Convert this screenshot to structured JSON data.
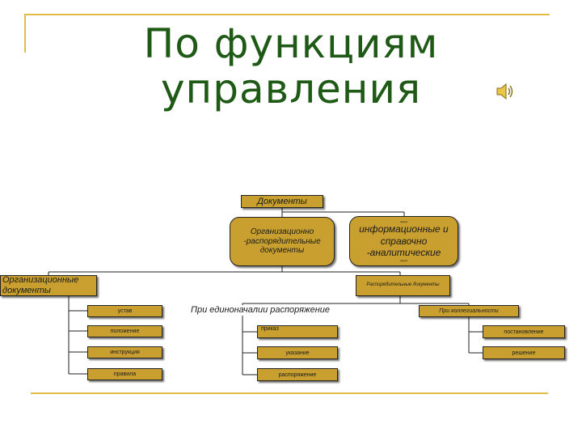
{
  "title": {
    "line1": "По функциям",
    "line2": "управления"
  },
  "icons": {
    "speaker": "speaker-icon"
  },
  "colors": {
    "title": "#1e5a16",
    "box_fill": "#c9a030",
    "decor_line": "#e0bc4a",
    "connector": "#222222"
  },
  "diagram": {
    "root": "Документы",
    "org_admin": "Организационно -распорядительные документы",
    "info_ref": "информационные и справочно -аналитические",
    "info_ref_top_small": "нфрмр",
    "info_ref_bottom_small": "нфрмр",
    "organizational": "Организационные документы",
    "administrative": "Распорядительные документы",
    "org_items": [
      "устав",
      "положение",
      "инструкция",
      "правила"
    ],
    "sole_authority": "При единоначалии распоряжение",
    "sole_items": [
      "приказ",
      "указание",
      "распоряжение"
    ],
    "collegial": "При коллегиальности",
    "collegial_items": [
      "постановление",
      "решение"
    ]
  }
}
